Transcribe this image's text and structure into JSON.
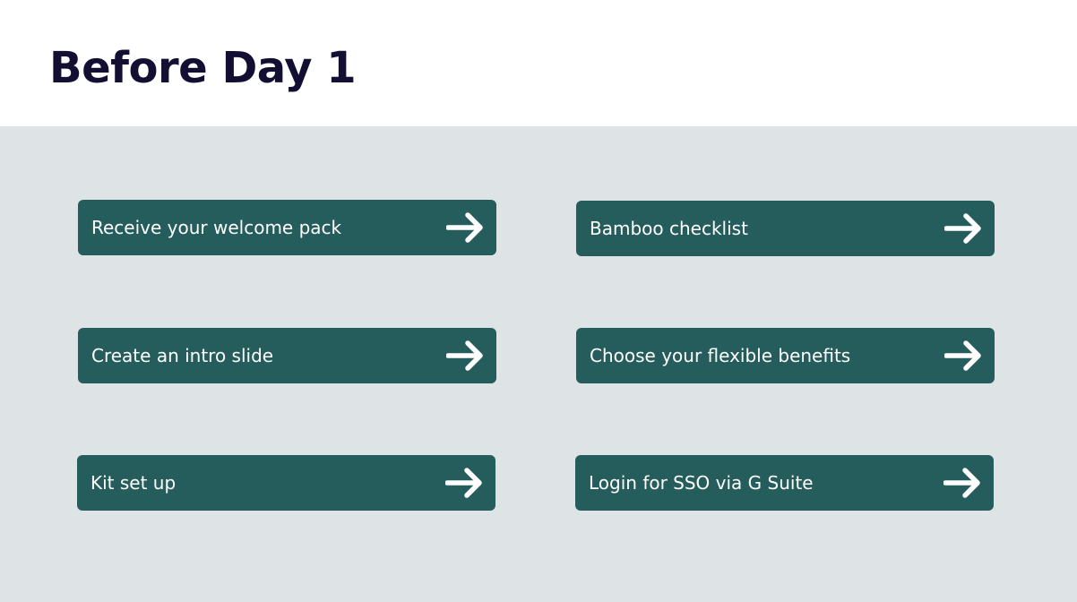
{
  "header": {
    "title": "Before Day 1"
  },
  "colors": {
    "title": "#120f33",
    "header_background": "#ffffff",
    "content_background": "#dee3e6",
    "card_background": "#255c5c",
    "card_text": "#ffffff"
  },
  "cards": [
    {
      "label": "Receive your welcome pack",
      "icon": "arrow-right-icon"
    },
    {
      "label": "Bamboo checklist",
      "icon": "arrow-right-icon"
    },
    {
      "label": "Create an intro slide",
      "icon": "arrow-right-icon"
    },
    {
      "label": "Choose your flexible benefits",
      "icon": "arrow-right-icon"
    },
    {
      "label": "Kit set up",
      "icon": "arrow-right-icon"
    },
    {
      "label": "Login for SSO via G Suite",
      "icon": "arrow-right-icon"
    }
  ]
}
